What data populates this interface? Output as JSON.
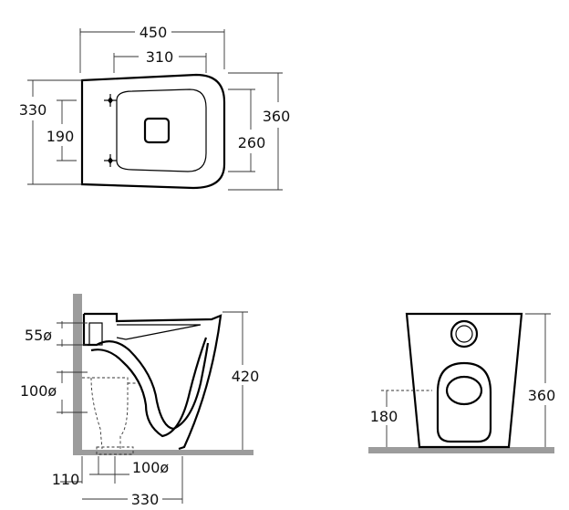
{
  "top_view": {
    "width_overall": "450",
    "width_fixing": "310",
    "depth_overall": "330",
    "depth_fixing": "190",
    "depth_seat": "360",
    "depth_bowl": "260"
  },
  "side_view": {
    "inlet_diameter": "55ø",
    "outlet_diameter": "100ø",
    "height": "420",
    "outlet_offset": "110",
    "outlet_floor_diameter": "100ø",
    "depth": "330"
  },
  "back_view": {
    "height": "360",
    "outlet_height": "180"
  },
  "colors": {
    "line": "#000000",
    "wall": "#9c9c9c",
    "dim": "#333333"
  }
}
